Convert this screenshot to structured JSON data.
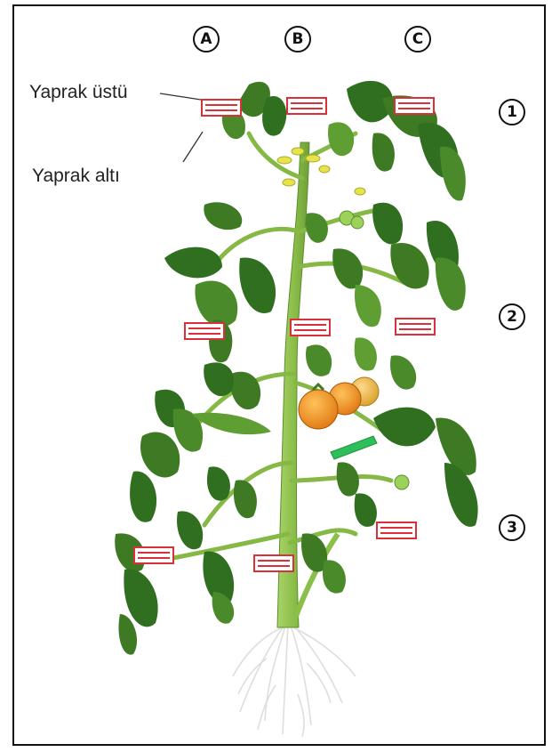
{
  "columns": [
    "A",
    "B",
    "C"
  ],
  "rows": [
    "1",
    "2",
    "3"
  ],
  "labels": {
    "leaf_top": "Yaprak üstü",
    "leaf_bottom": "Yaprak altı"
  },
  "colors": {
    "stem": "#8cbf4a",
    "leaf_dark": "#2f6f1f",
    "leaf_light": "#5f9e32",
    "fruit_orange": "#f08a1c",
    "fruit_green": "#9bd25a",
    "tag_red": "#d9303a",
    "root": "#e6e6e6"
  },
  "sample_tags": [
    {
      "row": "1",
      "column": "A"
    },
    {
      "row": "1",
      "column": "B"
    },
    {
      "row": "1",
      "column": "C"
    },
    {
      "row": "2",
      "column": "A"
    },
    {
      "row": "2",
      "column": "B"
    },
    {
      "row": "2",
      "column": "C"
    },
    {
      "row": "3",
      "column": "A"
    },
    {
      "row": "3",
      "column": "B"
    },
    {
      "row": "3",
      "column": "C"
    }
  ]
}
